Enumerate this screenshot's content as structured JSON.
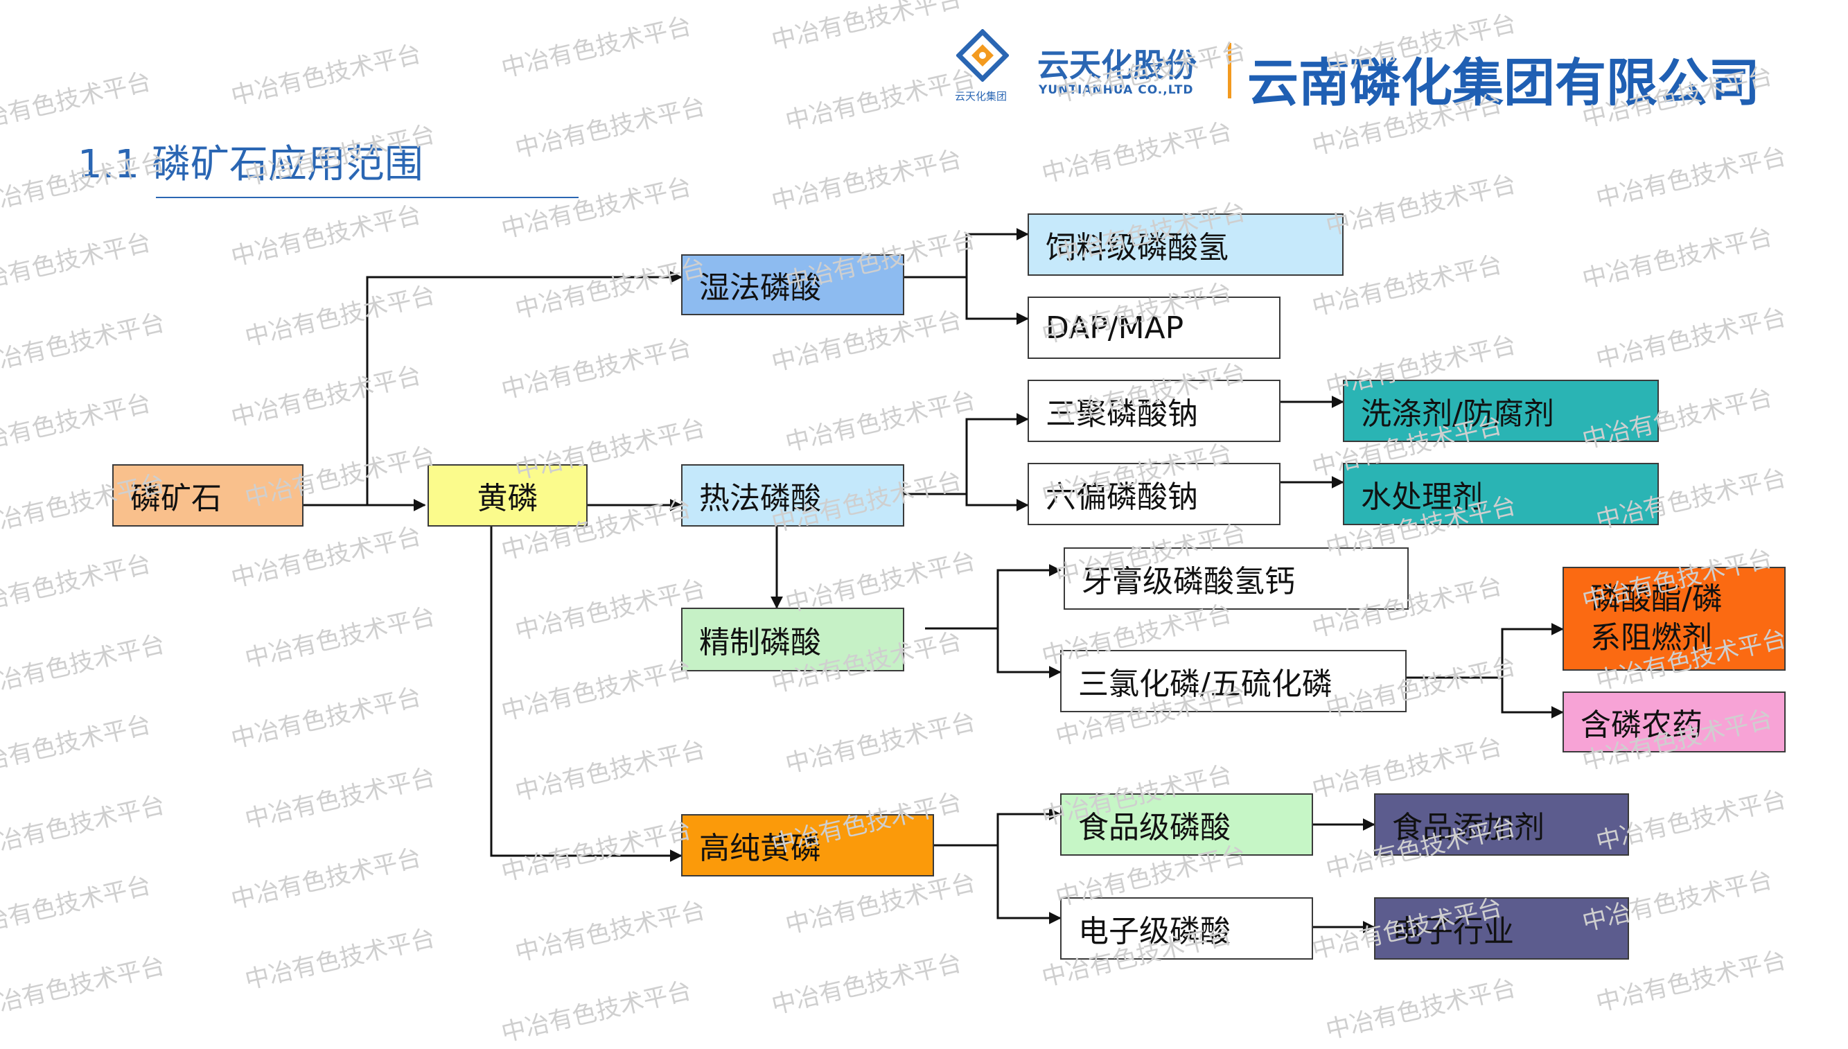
{
  "header": {
    "slide_title": "1.1 磷矿石应用范围",
    "brand_cn": "云天化股份",
    "brand_en": "YUNTIANHUA CO.,LTD",
    "logo_small_text": "云天化集团",
    "company_name": "云南磷化集团有限公司",
    "accent_color": "#2a66b3",
    "divider_color": "#f39a1f"
  },
  "nodes": {
    "phosphate_rock": "磷矿石",
    "yellow_phosphorus": "黄磷",
    "wet_process_acid": "湿法磷酸",
    "thermal_acid": "热法磷酸",
    "purified_acid": "精制磷酸",
    "high_purity_phosphorus": "高纯黄磷",
    "feed_dcp": "饲料级磷酸氢",
    "dap_map": "DAP/MAP",
    "stpp": "三聚磷酸钠",
    "shmp": "六偏磷酸钠",
    "detergent": "洗涤剂/防腐剂",
    "water_treatment": "水处理剂",
    "toothpaste_dcp": "牙膏级磷酸氢钙",
    "pcl3_p2s5": "三氯化磷/五硫化磷",
    "phosphate_ester_line1": "磷酸酯/磷",
    "phosphate_ester_line2": "系阻燃剂",
    "phosphorus_pesticide": "含磷农药",
    "food_grade_acid": "食品级磷酸",
    "electronic_grade_acid": "电子级磷酸",
    "food_additive": "食品添加剂",
    "electronics_industry": "电子行业"
  },
  "colors": {
    "phosphate_rock": "#f9c08c",
    "yellow_phosphorus": "#fbfb8c",
    "wet_process_acid": "#8dbbf0",
    "thermal_acid": "#c4e8fb",
    "purified_acid": "#c6f1c6",
    "high_purity_phosphorus": "#fb9a0a",
    "feed_dcp": "#c6e9fb",
    "teal": "#2ab4b4",
    "orange_red": "#fb6a12",
    "pink": "#f7a3d6",
    "light_green": "#c6f6c6",
    "navy": "#5c5c8e",
    "white": "#ffffff"
  },
  "watermark": "中冶有色技术平台"
}
